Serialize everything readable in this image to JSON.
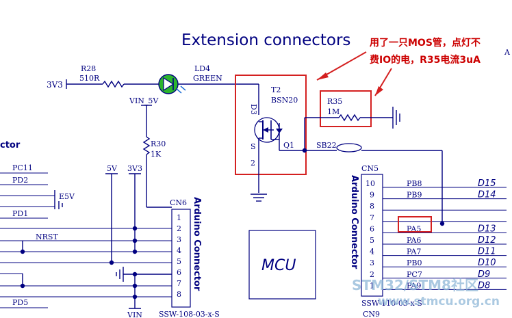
{
  "title": "Extension connectors",
  "annotation": {
    "line1": "用了一只MOS管，点灯不",
    "line2": "费IO的电，R35电流3uA",
    "tail": "A"
  },
  "left_edge_text": "ctor",
  "r28": {
    "ref": "R28",
    "value": "510R"
  },
  "net_3v3": "3V3",
  "ld4": {
    "ref": "LD4",
    "color": "GREEN"
  },
  "vin_5v": "VIN_5V",
  "r30": {
    "ref": "R30",
    "value": "1K"
  },
  "t2": {
    "ref": "T2",
    "part": "BSN20",
    "pin_d": "D3",
    "pin_s": "S",
    "pin_2": "2",
    "q1": "Q1"
  },
  "r35": {
    "ref": "R35",
    "value": "1M"
  },
  "sb22": "SB22",
  "left_nets": {
    "pc11": "PC11",
    "pd2": "PD2",
    "e5v": "E5V",
    "pd1": "PD1",
    "nrst": "NRST",
    "pd5": "PD5"
  },
  "power_5v": "5V",
  "power_3v3": "3V3",
  "vin": "VIN",
  "cn6": {
    "ref": "CN6",
    "label": "Arduino Connector",
    "part": "SSW-108-03-x-S",
    "pins": [
      "1",
      "2",
      "3",
      "4",
      "5",
      "6",
      "7",
      "8"
    ]
  },
  "mcu": "MCU",
  "cn5": {
    "ref": "CN5",
    "label": "Arduino Connector",
    "part": "SSW-110-03-x-S",
    "pins": [
      "10",
      "9",
      "8",
      "7",
      "6",
      "5",
      "4",
      "3",
      "2",
      "1"
    ],
    "nets": [
      "PB8",
      "PB9",
      "",
      "",
      "PA5",
      "PA6",
      "PA7",
      "PB0",
      "PC7",
      "PA9"
    ],
    "arduino": [
      "D15",
      "D14",
      "",
      "",
      "D13",
      "D12",
      "D11",
      "D10",
      "D9",
      "D8"
    ]
  },
  "cn9": "CN9",
  "watermark": {
    "line1": "STM32/STM8社区",
    "line2": "www.stmcu.org.cn"
  }
}
